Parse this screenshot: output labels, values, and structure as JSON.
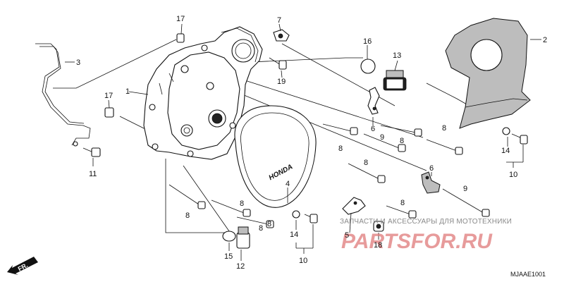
{
  "diagram": {
    "code": "MJAAE1001",
    "front_label": "FR.",
    "brand_text": "HONDA",
    "watermark_top": "ЗАПЧАСТИ И АКСЕССУАРЫ ДЛЯ МОТОТЕХНИКИ",
    "watermark_logo": "PARTSFOR.RU"
  },
  "callouts": [
    {
      "id": "1",
      "text": "1"
    },
    {
      "id": "2",
      "text": "2"
    },
    {
      "id": "3",
      "text": "3"
    },
    {
      "id": "4",
      "text": "4"
    },
    {
      "id": "5",
      "text": "5"
    },
    {
      "id": "6a",
      "text": "6"
    },
    {
      "id": "6b",
      "text": "6"
    },
    {
      "id": "7",
      "text": "7"
    },
    {
      "id": "8a",
      "text": "8"
    },
    {
      "id": "8b",
      "text": "8"
    },
    {
      "id": "8c",
      "text": "8"
    },
    {
      "id": "8d",
      "text": "8"
    },
    {
      "id": "8e",
      "text": "8"
    },
    {
      "id": "8f",
      "text": "8"
    },
    {
      "id": "8g",
      "text": "8"
    },
    {
      "id": "8h",
      "text": "8"
    },
    {
      "id": "8i",
      "text": "8"
    },
    {
      "id": "9a",
      "text": "9"
    },
    {
      "id": "9b",
      "text": "9"
    },
    {
      "id": "10a",
      "text": "10"
    },
    {
      "id": "10b",
      "text": "10"
    },
    {
      "id": "11",
      "text": "11"
    },
    {
      "id": "12",
      "text": "12"
    },
    {
      "id": "13",
      "text": "13"
    },
    {
      "id": "14a",
      "text": "14"
    },
    {
      "id": "14b",
      "text": "14"
    },
    {
      "id": "15",
      "text": "15"
    },
    {
      "id": "16",
      "text": "16"
    },
    {
      "id": "17a",
      "text": "17"
    },
    {
      "id": "17b",
      "text": "17"
    },
    {
      "id": "18",
      "text": "18"
    },
    {
      "id": "19",
      "text": "19"
    }
  ]
}
